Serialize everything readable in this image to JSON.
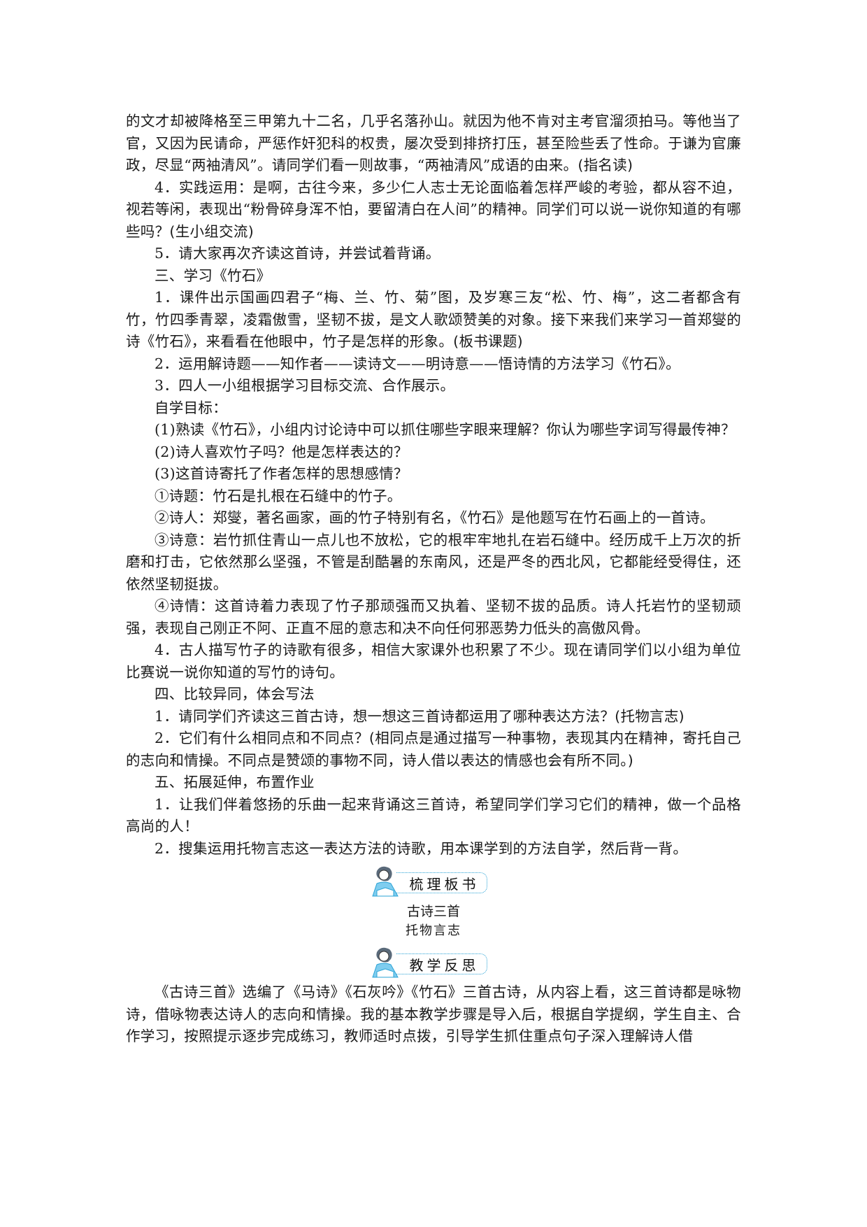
{
  "paragraphs_top": [
    {
      "id": "p1",
      "indent": false,
      "text": "的文才却被降格至三甲第九十二名，几乎名落孙山。就因为他不肯对主考官溜须拍马。等他当了官，又因为民请命，严惩作奸犯科的权贵，屡次受到排挤打压，甚至险些丢了性命。于谦为官廉政，尽显“两袖清风”。请同学们看一则故事，“两袖清风”成语的由来。",
      "note": "(指名读)"
    },
    {
      "id": "p2",
      "indent": true,
      "text": "4．实践运用：是啊，古往今来，多少仁人志士无论面临着怎样严峻的考验，都从容不迫，视若等闲，表现出“粉骨碎身浑不怕，要留清白在人间”的精神。同学们可以说一说你知道的有哪些吗？",
      "note": "(生小组交流)"
    },
    {
      "id": "p3",
      "indent": true,
      "text": "5．请大家再次齐读这首诗，并尝试着背诵。",
      "note": ""
    },
    {
      "id": "p4",
      "indent": true,
      "text": "三、学习《竹石》",
      "note": ""
    },
    {
      "id": "p5",
      "indent": true,
      "text": "1．课件出示国画四君子“梅、兰、竹、菊”图，及岁寒三友“松、竹、梅”，这二者都含有竹，竹四季青翠，凌霜傲雪，坚韧不拔，是文人歌颂赞美的对象。接下来我们来学习一首郑燮的诗《竹石》，来看看在他眼中，竹子是怎样的形象。",
      "note": "(板书课题)"
    },
    {
      "id": "p6",
      "indent": true,
      "text": "2．运用解诗题——知作者——读诗文——明诗意——悟诗情的方法学习《竹石》。",
      "note": ""
    },
    {
      "id": "p7",
      "indent": true,
      "text": "3．四人一小组根据学习目标交流、合作展示。",
      "note": ""
    },
    {
      "id": "p8",
      "indent": true,
      "text": "自学目标：",
      "note": ""
    },
    {
      "id": "p9",
      "indent": true,
      "text": "(1)熟读《竹石》，小组内讨论诗中可以抓住哪些字眼来理解？你认为哪些字词写得最传神？",
      "note": ""
    },
    {
      "id": "p10",
      "indent": true,
      "text": "(2)诗人喜欢竹子吗？他是怎样表达的？",
      "note": ""
    },
    {
      "id": "p11",
      "indent": true,
      "text": "(3)这首诗寄托了作者怎样的思想感情？",
      "note": ""
    },
    {
      "id": "p12",
      "indent": true,
      "text": "①诗题：竹石是扎根在石缝中的竹子。",
      "note": ""
    },
    {
      "id": "p13",
      "indent": true,
      "text": "②诗人：郑燮，著名画家，画的竹子特别有名，《竹石》是他题写在竹石画上的一首诗。",
      "note": ""
    },
    {
      "id": "p14",
      "indent": true,
      "text": "③诗意：岩竹抓住青山一点儿也不放松，它的根牢牢地扎在岩石缝中。经历成千上万次的折磨和打击，它依然那么坚强，不管是刮酷暑的东南风，还是严冬的西北风，它都能经受得住，还依然坚韧挺拔。",
      "note": ""
    },
    {
      "id": "p15",
      "indent": true,
      "text": "④诗情：这首诗着力表现了竹子那顽强而又执着、坚韧不拔的品质。诗人托岩竹的坚韧顽强，表现自己刚正不阿、正直不屈的意志和决不向任何邪恶势力低头的高傲风骨。",
      "note": ""
    },
    {
      "id": "p16",
      "indent": true,
      "text": "4．古人描写竹子的诗歌有很多，相信大家课外也积累了不少。现在请同学们以小组为单位比赛说一说你知道的写竹的诗句。",
      "note": ""
    },
    {
      "id": "p17",
      "indent": true,
      "text": "四、比较异同，体会写法",
      "note": ""
    },
    {
      "id": "p18",
      "indent": true,
      "text": "1．请同学们齐读这三首古诗，想一想这三首诗都运用了哪种表达方法？",
      "note": "(托物言志)"
    },
    {
      "id": "p19",
      "indent": true,
      "text": "2．它们有什么相同点和不同点？",
      "note": "(相同点是通过描写一种事物，表现其内在精神，寄托自己的志向和情操。不同点是赞颂的事物不同，诗人借以表达的情感也会有所不同。)"
    },
    {
      "id": "p20",
      "indent": true,
      "text": "五、拓展延伸，布置作业",
      "note": ""
    },
    {
      "id": "p21",
      "indent": true,
      "text": "1．让我们伴着悠扬的乐曲一起来背诵这三首诗，希望同学们学习它们的精神，做一个品格高尚的人！",
      "note": ""
    },
    {
      "id": "p22",
      "indent": true,
      "text": "2．搜集运用托物言志这一表达方法的诗歌，用本课学到的方法自学，然后背一背。",
      "note": ""
    }
  ],
  "sections": {
    "board_header": "梳理板书",
    "board": {
      "title": "古诗三首",
      "subtitle": "托物言志"
    },
    "reflection_header": "教学反思"
  },
  "paragraphs_bottom": [
    {
      "id": "r1",
      "indent": true,
      "text": "《古诗三首》选编了《马诗》《石灰吟》《竹石》三首古诗，从内容上看，这三首诗都是咏物诗，借咏物表达诗人的志向和情操。我的基本教学步骤是导入后，根据自学提纲，学生自主、合作学习，按照提示逐步完成练习，教师适时点拨，引导学生抓住重点句子深入理解诗人借",
      "note": ""
    }
  ],
  "colors": {
    "accent": "#2aa3d6",
    "kid_shirt": "#7fcdef",
    "text": "#1a1a1a"
  }
}
